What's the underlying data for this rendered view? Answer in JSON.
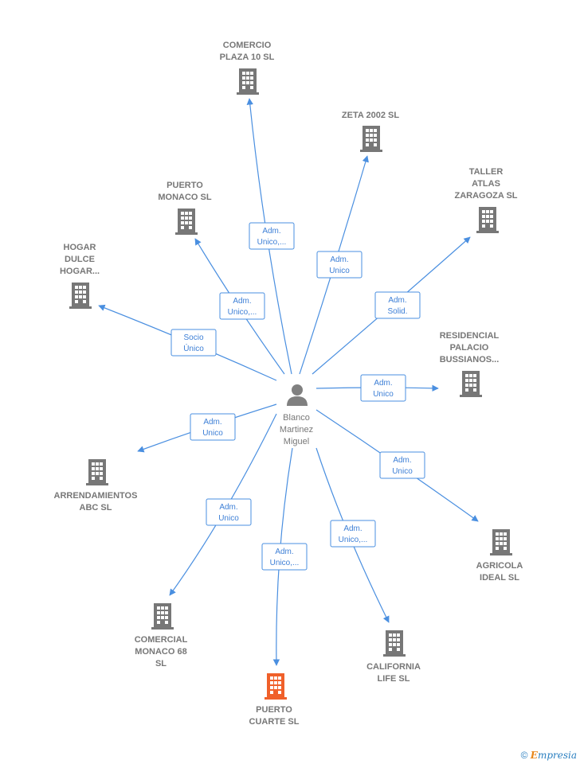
{
  "center": {
    "name_lines": [
      "Blanco",
      "Martinez",
      "Miguel"
    ],
    "icon": "person-icon"
  },
  "companies": [
    {
      "id": "comercio-plaza-10",
      "lines": [
        "COMERCIO",
        "PLAZA 10  SL"
      ],
      "icon": "building-icon",
      "color": "#777777",
      "edge": [
        "Adm.",
        "Unico,..."
      ]
    },
    {
      "id": "zeta-2002",
      "lines": [
        "ZETA 2002 SL"
      ],
      "icon": "building-icon",
      "color": "#777777",
      "edge": [
        "Adm.",
        "Unico"
      ]
    },
    {
      "id": "taller-atlas-zaragoza",
      "lines": [
        "TALLER",
        "ATLAS",
        "ZARAGOZA  SL"
      ],
      "icon": "building-icon",
      "color": "#777777",
      "edge": [
        "Adm.",
        "Solid."
      ]
    },
    {
      "id": "puerto-monaco",
      "lines": [
        "PUERTO",
        "MONACO  SL"
      ],
      "icon": "building-icon",
      "color": "#777777",
      "edge": [
        "Adm.",
        "Unico,..."
      ]
    },
    {
      "id": "hogar-dulce-hogar",
      "lines": [
        "HOGAR",
        "DULCE",
        "HOGAR..."
      ],
      "icon": "building-icon",
      "color": "#777777",
      "edge": [
        "Socio",
        "Único"
      ]
    },
    {
      "id": "residencial-palacio",
      "lines": [
        "RESIDENCIAL",
        "PALACIO",
        "BUSSIANOS..."
      ],
      "icon": "building-icon",
      "color": "#777777",
      "edge": [
        "Adm.",
        "Unico"
      ]
    },
    {
      "id": "arrendamientos-abc",
      "lines": [
        "ARRENDAMIENTOS",
        "ABC SL"
      ],
      "icon": "building-icon",
      "color": "#777777",
      "edge": [
        "Adm.",
        "Unico"
      ]
    },
    {
      "id": "agricola-ideal",
      "lines": [
        "AGRICOLA",
        "IDEAL SL"
      ],
      "icon": "building-icon",
      "color": "#777777",
      "edge": [
        "Adm.",
        "Unico"
      ]
    },
    {
      "id": "comercial-monaco-68",
      "lines": [
        "COMERCIAL",
        "MONACO 68",
        "SL"
      ],
      "icon": "building-icon",
      "color": "#777777",
      "edge": [
        "Adm.",
        "Unico"
      ]
    },
    {
      "id": "california-life",
      "lines": [
        "CALIFORNIA",
        "LIFE  SL"
      ],
      "icon": "building-icon",
      "color": "#777777",
      "edge": [
        "Adm.",
        "Unico,..."
      ]
    },
    {
      "id": "puerto-cuarte",
      "lines": [
        "PUERTO",
        "CUARTE  SL"
      ],
      "icon": "building-icon",
      "color": "#f0602a",
      "edge": [
        "Adm.",
        "Unico,..."
      ]
    }
  ],
  "colors": {
    "edge": "#4a8fe0",
    "node": "#777777",
    "highlight": "#f0602a"
  },
  "footer": {
    "copyright_symbol": "©",
    "brand_initial": "E",
    "brand_rest": "mpresia"
  }
}
